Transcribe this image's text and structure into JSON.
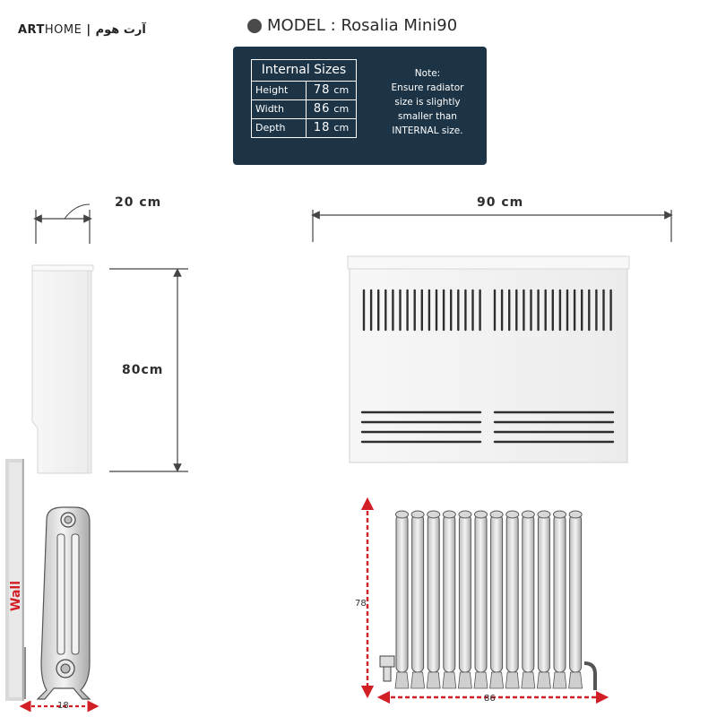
{
  "brand": {
    "strong": "ART",
    "light": "HOME",
    "sep": "|",
    "arabic": "آرت هوم"
  },
  "model": {
    "label": "MODEL : Rosalia Mini90"
  },
  "internal_sizes": {
    "title": "Internal Sizes",
    "rows": [
      {
        "label": "Height",
        "value": "78",
        "unit": "cm"
      },
      {
        "label": "Width",
        "value": "86",
        "unit": "cm"
      },
      {
        "label": "Depth",
        "value": "18",
        "unit": "cm"
      }
    ]
  },
  "note": {
    "lines": [
      "Note:",
      "Ensure radiator",
      "size is slightly",
      "smaller than",
      "INTERNAL size."
    ]
  },
  "dimensions": {
    "side_depth": "20 cm",
    "front_width": "90 cm",
    "side_height": "80cm",
    "radiator_height": "78",
    "radiator_width": "86",
    "radiator_depth": "18",
    "wall_label": "Wall"
  },
  "colors": {
    "panel": "#1c3446",
    "arrow_red": "#d21f26",
    "cover": "#f3f3f3",
    "radiator": "#e6e6e6"
  }
}
